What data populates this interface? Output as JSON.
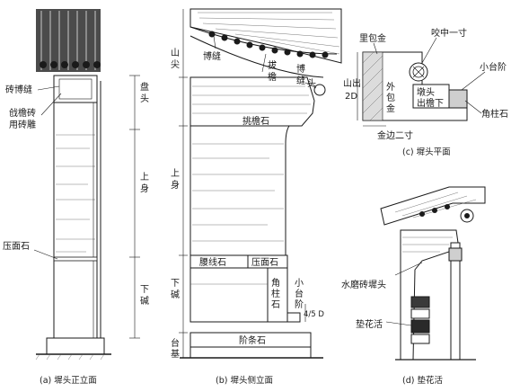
{
  "panel_a": {
    "caption": "(a) 墀头正立面",
    "labels": {
      "brick_fu": "砖博缝",
      "cornice_brick": "戗檐砖",
      "carving": "用砖雕",
      "ya_mian_shi": "压面石"
    }
  },
  "panel_b": {
    "caption": "(b) 墀头侧立面",
    "labels": {
      "shan_jian": "山尖",
      "bo_feng": "博缝",
      "ba_yan": "拔檐",
      "bo_feng_tou": "博缝头",
      "pan_tou": "盘头",
      "tiao_yan_shi": "挑檐石",
      "shang_shen": "上身",
      "xia_jian": "下碱",
      "yao_xian_shi": "腰线石",
      "ya_mian_shi": "压面石",
      "jiao_zhu_shi": "角柱石",
      "xiao_tai_jie": "小台阶",
      "fraction": "4/5 D",
      "jie_tiao_shi": "阶条石",
      "tai_ji": "台基"
    }
  },
  "panel_c": {
    "caption": "(c) 墀头平面",
    "labels": {
      "li_bao_jin": "里包金",
      "yao_zhong_yi_cun": "咬中一寸",
      "shan_chu": "山出",
      "two_d": "2D",
      "wai_bao_jin": "外包金",
      "dun_tou": "墩头",
      "chu_yan_xia": "出檐下",
      "xiao_tai_jie": "小台阶",
      "jiao_zhu_shi": "角柱石",
      "jin_bian_er_cun": "金边二寸"
    }
  },
  "panel_d": {
    "caption": "(d) 垫花活",
    "labels": {
      "shui_mo_zhuan": "水磨砖墀头",
      "dian_hua_huo": "垫花活"
    }
  }
}
